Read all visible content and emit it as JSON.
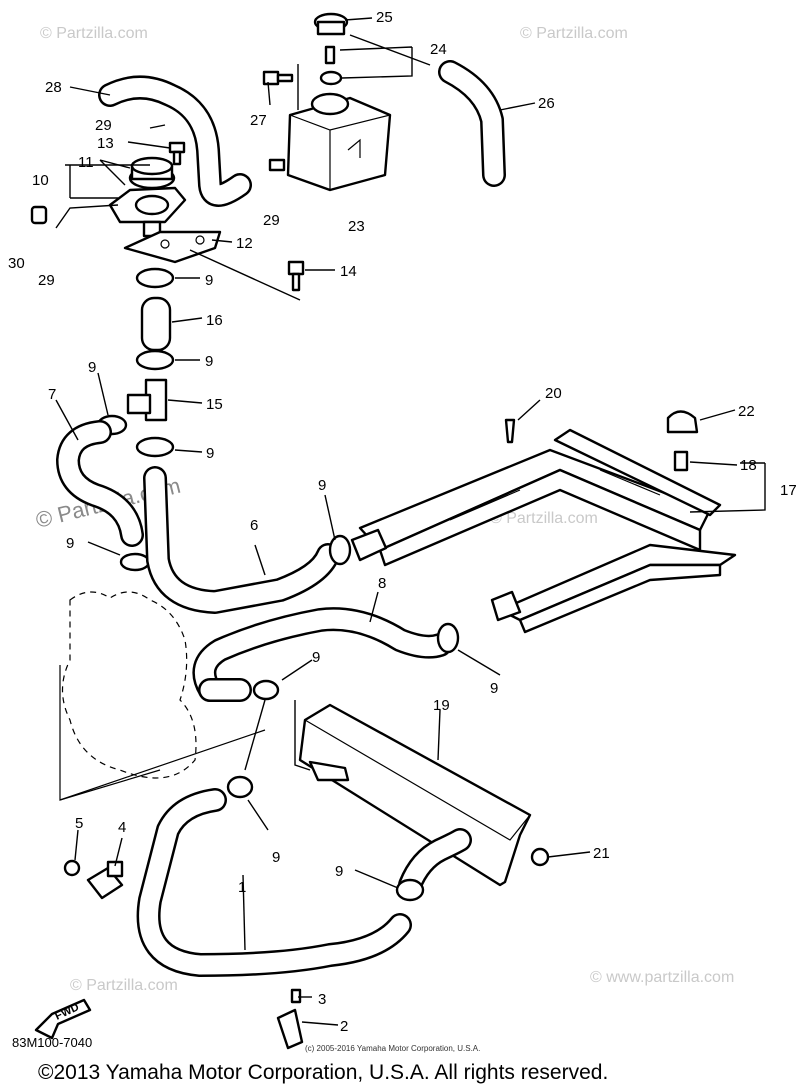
{
  "watermark": "© Partzilla.com",
  "watermark_small": "© Partzilla.com",
  "watermark_url": "© www.partzilla.com",
  "callouts": {
    "c1": "1",
    "c2": "2",
    "c3": "3",
    "c4": "4",
    "c5": "5",
    "c6": "6",
    "c7": "7",
    "c8": "8",
    "c9": "9",
    "c10": "10",
    "c11": "11",
    "c12": "12",
    "c13": "13",
    "c14": "14",
    "c15": "15",
    "c16": "16",
    "c17": "17",
    "c18": "18",
    "c19": "19",
    "c20": "20",
    "c21": "21",
    "c22": "22",
    "c23": "23",
    "c24": "24",
    "c25": "25",
    "c26": "26",
    "c27": "27",
    "c28": "28",
    "c29": "29",
    "c30": "30"
  },
  "fwd_label": "FWD",
  "diagram_code": "83M100-7040",
  "fine_print": "(c) 2005-2016 Yamaha Motor Corporation, U.S.A.",
  "copyright": "©2013 Yamaha Motor Corporation, U.S.A. All rights reserved."
}
